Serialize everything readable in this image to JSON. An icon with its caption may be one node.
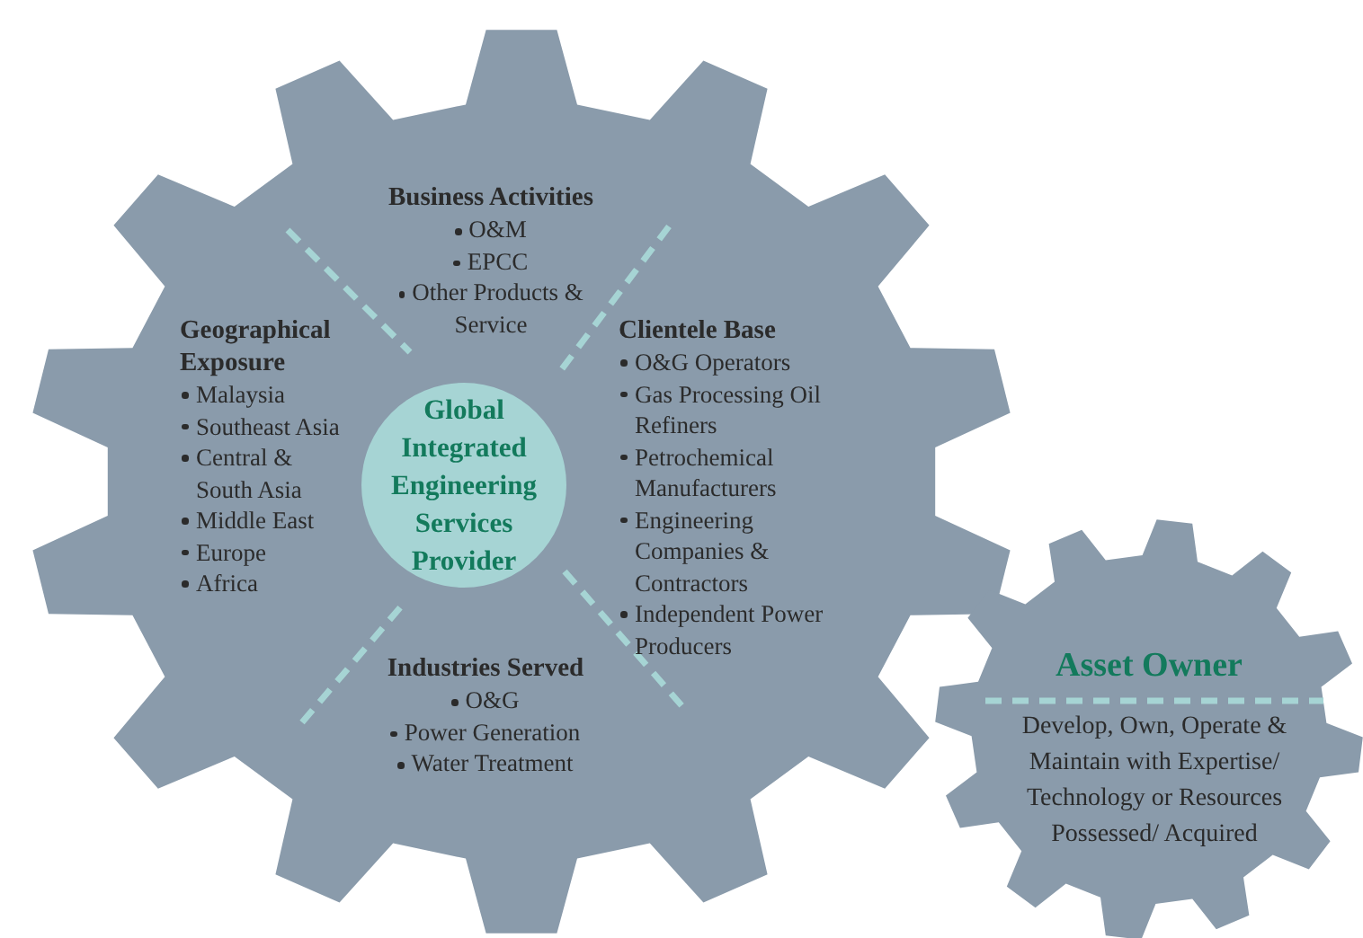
{
  "diagram": {
    "nodes": [
      {
        "text": [],
        "shape": "gear"
      },
      {
        "text": [
          "Business Activities",
          "O&M",
          "EPCC",
          "Other Products & Service"
        ],
        "in": 0
      },
      {
        "text": [
          "Geographical Exposure",
          "Malaysia",
          "Southeast Asia",
          "Central & South Asia",
          "Middle East",
          "Europe",
          "Africa"
        ],
        "in": 0
      },
      {
        "text": [
          "Global Integrated Engineering Services Provider"
        ],
        "in": 0
      },
      {
        "text": [
          "Clientele Base",
          "O&G Operators",
          "Gas Processing Oil Refiners",
          "Petrochemical Manufacturers",
          "Engineering Companies & Contractors",
          "Independent Power Producers"
        ],
        "in": 0
      },
      {
        "text": [
          "Industries Served",
          "O&G",
          "Power Generation",
          "Water Treatment"
        ],
        "in": 0
      },
      {
        "text": [
          "Asset Owner",
          "Develop, Own, Operate & Maintain with Expertise/ Technology or Resources Possessed/ Acquired"
        ]
      }
    ]
  }
}
